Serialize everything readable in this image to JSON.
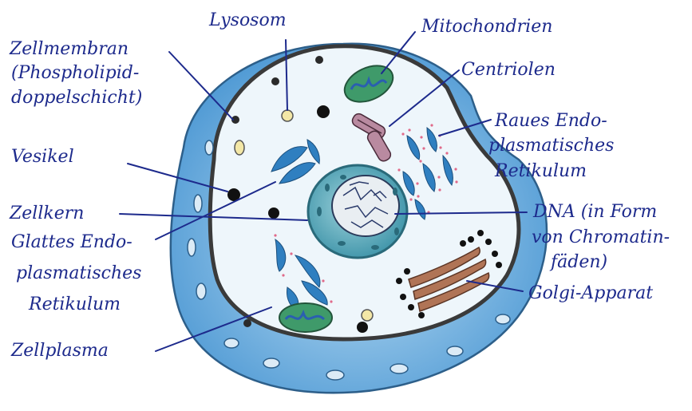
{
  "labels": {
    "lysosom": "Lysosom",
    "mitochondrien": "Mitochondrien",
    "zellmembran_1": "Zellmembran",
    "zellmembran_2": "(Phospholipid-",
    "zellmembran_3": "doppelschicht)",
    "centriolen": "Centriolen",
    "raues_er_1": "Raues Endo-",
    "raues_er_2": "plasmatisches",
    "raues_er_3": "Retikulum",
    "vesikel": "Vesikel",
    "zellkern": "Zellkern",
    "dna_1": "DNA (in Form",
    "dna_2": "von Chromatin-",
    "dna_3": "fäden)",
    "glattes_er_1": "Glattes Endo-",
    "glattes_er_2": "plasmatisches",
    "glattes_er_3": "Retikulum",
    "golgi": "Golgi-Apparat",
    "zellplasma": "Zellplasma"
  },
  "colors": {
    "label_ink": "#1d2a8c",
    "cell_outer_blue": "#6fb0e0",
    "cytoplasm": "#eef6fb",
    "membrane_dark": "#3a3a3a",
    "nucleus_teal": "#4aa3b5",
    "mitochondria_green": "#3f9a6a",
    "golgi_brown": "#8b5a3c",
    "er_blue": "#2f7fc0"
  }
}
